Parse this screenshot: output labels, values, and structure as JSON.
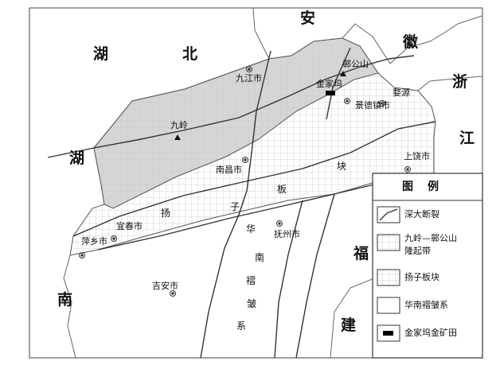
{
  "provinces": {
    "hubei_1": "湖",
    "hubei_2": "北",
    "anhui_1": "安",
    "anhui_2": "徽",
    "zhejiang_1": "浙",
    "zhejiang_2": "江",
    "hunan_1": "湖",
    "hunan_2": "南",
    "fujian_1": "福",
    "fujian_2": "建"
  },
  "cities": {
    "jiujiang": "九江市",
    "jingdezhen": "景德镇市",
    "wuyuan": "婺源",
    "nanchang": "南昌市",
    "shangrao": "上饶市",
    "yichun": "宜春市",
    "pingxiang": "萍乡市",
    "fuzhou": "抚州市",
    "jian": "吉安市"
  },
  "peaks": {
    "jiuling": "九岭",
    "zhanggongshan": "鄣公山"
  },
  "deposit": "金家坞",
  "zone_labels": {
    "yang": "扬",
    "zi": "子",
    "ban": "板",
    "kuai": "块",
    "hua": "华",
    "nan": "南",
    "zhe": "褶",
    "zhou": "皱",
    "xi": "系"
  },
  "legend": {
    "title": "图　例",
    "fault": "深大断裂",
    "uplift_line1": "九岭—鄣公山",
    "uplift_line2": "隆起带",
    "yangtze": "扬子板块",
    "south_china": "华南褶皱系",
    "deposit": "金家坞金矿田"
  },
  "colors": {
    "uplift_fill": "#d6d6d6",
    "background": "#ffffff",
    "line": "#333333"
  }
}
